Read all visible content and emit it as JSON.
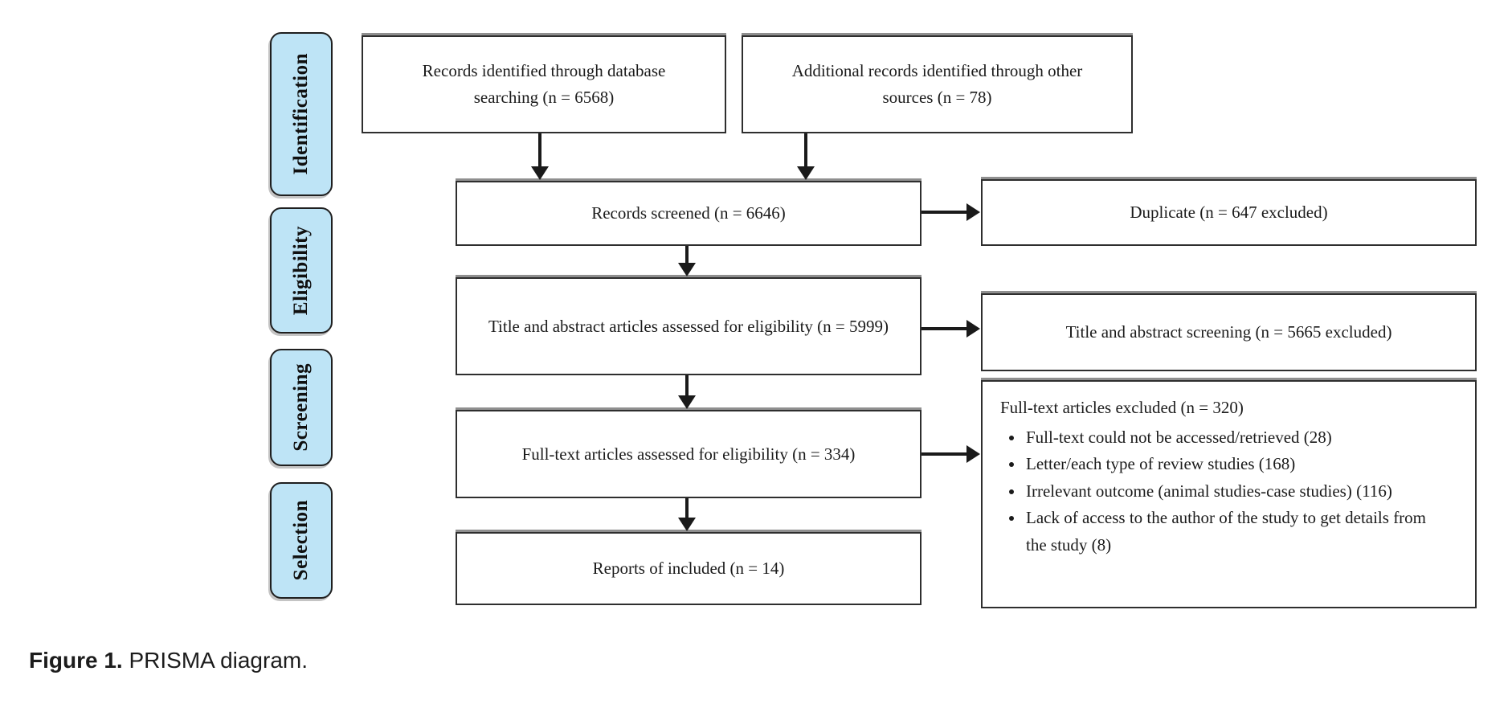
{
  "figure": {
    "sidebar": {
      "items": [
        {
          "label": "Identification"
        },
        {
          "label": "Eligibility"
        },
        {
          "label": "Screening"
        },
        {
          "label": "Selection"
        }
      ]
    },
    "boxes": {
      "identified_db": "Records identified through database searching (n = 6568)",
      "identified_other": "Additional records identified through other sources (n = 78)",
      "screened": "Records screened (n = 6646)",
      "duplicate": "Duplicate (n = 647 excluded)",
      "title_abstract": "Title and abstract articles assessed for eligibility (n = 5999)",
      "title_abstract_screening": "Title and abstract screening (n = 5665 excluded)",
      "fulltext": "Full-text articles assessed for eligibility (n = 334)",
      "included": "Reports of included (n = 14)",
      "excluded": {
        "title": "Full-text articles excluded (n = 320)",
        "reasons": [
          "Full-text could not be accessed/retrieved (28)",
          "Letter/each type of review studies (168)",
          "Irrelevant outcome (animal studies-case studies) (116)",
          "Lack of access to the author of the study to get details from the study (8)"
        ]
      }
    },
    "caption": {
      "label": "Figure 1.",
      "text": "PRISMA diagram."
    },
    "colors": {
      "stage_fill": "#bee4f6",
      "border": "#2e2e2e",
      "arrow": "#1a1a1a"
    }
  }
}
